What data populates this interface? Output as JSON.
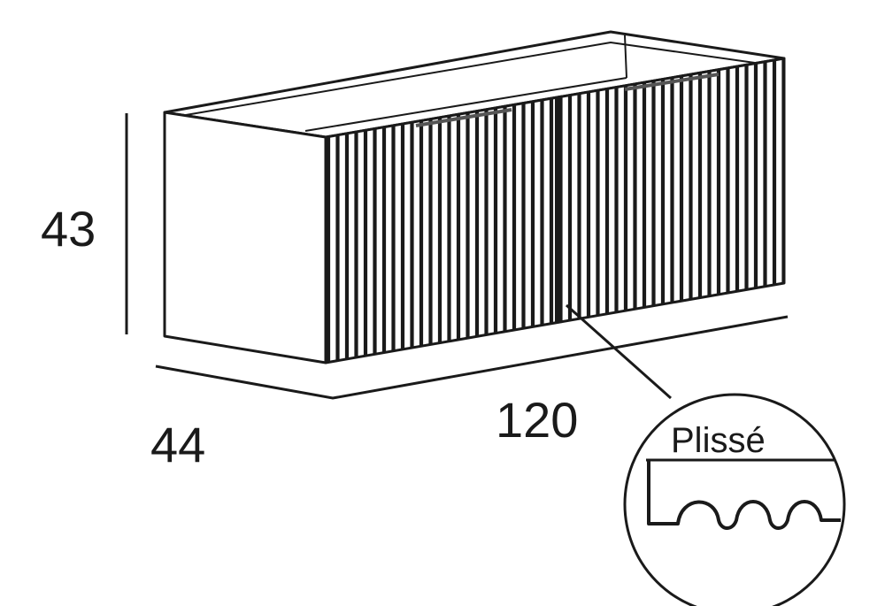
{
  "dimensions": {
    "height": "43",
    "depth": "44",
    "width": "120"
  },
  "detail": {
    "label": "Plissé"
  },
  "colors": {
    "line": "#1a1a1a",
    "fill": "#ffffff"
  }
}
